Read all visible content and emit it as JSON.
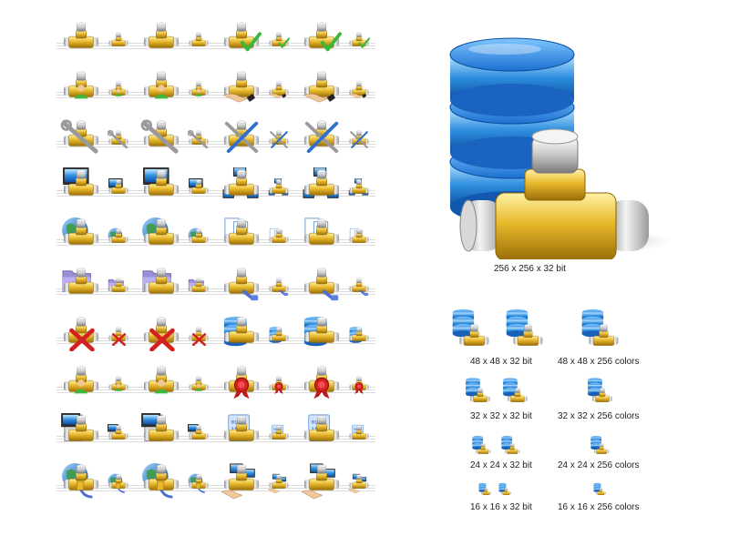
{
  "preview": {
    "caption": "256 x 256 x 32 bit"
  },
  "sizes": [
    {
      "label32": "48 x 48 x 32 bit",
      "label256": "48 x 48 x 256 colors"
    },
    {
      "label32": "32 x 32 x 32 bit",
      "label256": "32 x 32 x 256 colors"
    },
    {
      "label32": "24 x 24 x 32 bit",
      "label256": "24 x 24 x 256 colors"
    },
    {
      "label32": "16 x 16 x 32 bit",
      "label256": "16 x 16 x 256 colors"
    }
  ],
  "grid": [
    [
      "pipe-icon",
      "pipe-check-icon"
    ],
    [
      "pipe-user-icon",
      "pipe-hand-icon"
    ],
    [
      "pipe-wrench-icon",
      "pipe-tools-icon"
    ],
    [
      "pipe-monitor-icon",
      "pipe-network-icon"
    ],
    [
      "pipe-globe-icon",
      "pipe-documents-icon"
    ],
    [
      "pipe-folder-icon",
      "pipe-plug-icon"
    ],
    [
      "pipe-delete-icon",
      "pipe-database-icon"
    ],
    [
      "pipe-user-green-icon",
      "pipe-certificate-icon"
    ],
    [
      "pipe-server-icon",
      "pipe-binary-icon"
    ],
    [
      "pipe-globe-cable-icon",
      "pipe-network-hand-icon"
    ]
  ],
  "colors": {
    "pipe_gold": "#e8b82a",
    "pipe_silver": "#c8c8c8",
    "db_blue": "#2f8fe0",
    "check_green": "#3ab83a",
    "delete_red": "#d42020"
  }
}
